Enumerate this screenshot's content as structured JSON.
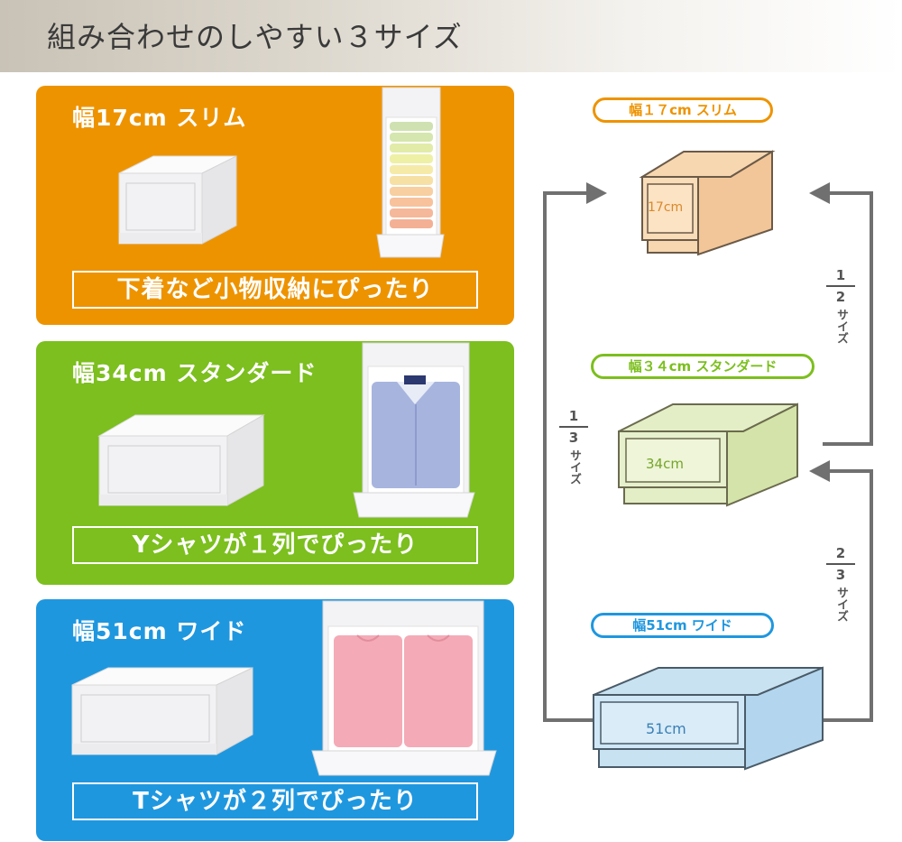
{
  "header": {
    "title": "組み合わせのしやすい３サイズ"
  },
  "panels": [
    {
      "title": "幅17cm スリム",
      "caption": "下着など小物収納にぴったり"
    },
    {
      "title": "幅34cm スタンダード",
      "caption": "Yシャツが１列でぴったり"
    },
    {
      "title": "幅51cm ワイド",
      "caption": "Tシャツが２列でぴったり"
    }
  ],
  "diagram": {
    "labels": [
      "幅１７cm スリム",
      "幅３４cm スタンダード",
      "幅51cm ワイド"
    ],
    "box_sizes": [
      "17cm",
      "34cm",
      "51cm"
    ],
    "fractions": [
      {
        "num": "1",
        "den": "2",
        "word": "サイズ"
      },
      {
        "num": "1",
        "den": "3",
        "word": "サイズ"
      },
      {
        "num": "2",
        "den": "3",
        "word": "サイズ"
      }
    ]
  },
  "colors": {
    "orange": "#ee9300",
    "green": "#7cbf1e",
    "blue": "#1f97df",
    "arrow": "#707070"
  }
}
